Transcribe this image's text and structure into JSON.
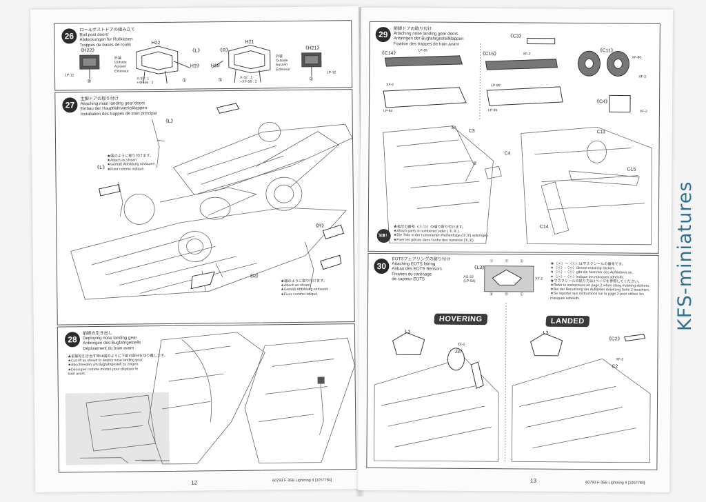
{
  "left_page": {
    "page_number": "12",
    "footer": "60793 F-35B Lightning II [1057784]",
    "step26": {
      "number": "26",
      "title_lines": [
        "ロールポストドアの組み立て",
        "Roll post doors",
        "Abdeckungen für Rollklasen",
        "Trappes de buses de roulis"
      ],
      "labels": [
        "《H22》",
        "H22",
        "《L》",
        "《R》",
        "H21",
        "《H21》",
        "H19",
        "H18",
        "LP-12",
        "LP-12"
      ],
      "part_notes_left": [
        "外装",
        "Outside",
        "Aussen",
        "Extérieur"
      ],
      "part_notes_right": [
        "外装",
        "Outside",
        "Aussen",
        "Extérieur"
      ],
      "paint_left": [
        "X-32 : 1",
        "+XF-56 : 2"
      ],
      "paint_right": [
        "X-32 : 1",
        "+XF-56 : 2"
      ],
      "circled": [
        "②",
        "①",
        "①",
        "②"
      ]
    },
    "step27": {
      "number": "27",
      "title_lines": [
        "主脚ドアの取り付け",
        "Attaching main landing gear doors",
        "Einbau der Hauptfahrwerksklappen",
        "Installation des trappes de train principal"
      ],
      "labels": [
        "《L》",
        "《L》",
        "《R》",
        "《R》"
      ],
      "note_top": [
        "★図のように取り付けます。",
        "★Attach as shown.",
        "★Gemäß Abbildung einbauen.",
        "★Fixer comme indiqué."
      ],
      "note_bottom": [
        "★図のように取り付けます。",
        "★Attach as shown.",
        "★Gemäß Abbildung einbauen.",
        "★Fixer comme indiqué."
      ]
    },
    "step28": {
      "number": "28",
      "title_lines": [
        "前脚の引き出し",
        "Deploying nose landing gear",
        "Anbringen des Bugfahrgestells",
        "Déploiement du train avant"
      ],
      "note": [
        "★前脚を引き出す時は図のように下部の部分を切り離します。",
        "★Cut off as shown to deploy nose landing gear.",
        "★Abschneiden um Bugfahrgestell zu zeigen.",
        "★Découper comme montré pour déployer le",
        "train avant."
      ]
    }
  },
  "right_page": {
    "page_number": "13",
    "footer": "60793 F-35B Lightning II [1057784]",
    "step29": {
      "number": "29",
      "title_lines": [
        "前脚ドアの取り付け",
        "Attaching nose landing gear doors",
        "Anbringen der Bugfahrgestellklappen",
        "Fixation des trappes de train avant"
      ],
      "labels": [
        "《C14》",
        "《C15》",
        "《C3》",
        "《C11》",
        "《C4》",
        "C3",
        "C4",
        "C11",
        "C15",
        "C14",
        "LP-85",
        "LP-80",
        "LP-84",
        "LP-86",
        "XF-2",
        "XF-2",
        "XF-80",
        "XF-2",
        "XF-2"
      ],
      "circled": [
        "①",
        "②"
      ],
      "note": [
        "★指示の番号（①,②）の順で取り付けます。",
        "★Attach parts in numbered order ( ①,② ).",
        "★Die Teile in der numerierten Reihenfolge (①,②) anbringen.",
        "★Fixer les pièces dans l'ordre des numéros (①,②)."
      ],
      "caution_label": "注意！ NOTICE"
    },
    "step30": {
      "number": "30",
      "title_lines": [
        "EOTSフェアリングの取り付け",
        "Attaching EOTS fairing",
        "Anbau des EOTS Sensors",
        "Fixation du carénage",
        "de capteur EOTS"
      ],
      "decal_label": "《L3》",
      "decal_paint": [
        "AS-33",
        "(LP-84)",
        "XF-2"
      ],
      "decal_letters": [
        "ⓐ",
        "ⓗ",
        "ⓚ",
        "ⓖ",
        "ⓜ",
        "ⓙ"
      ],
      "note": [
        "★〈ⓐ〉～〈ⓚ〉はマスクシールの番号です。",
        "★〈ⓐ〉-〈ⓚ〉denote masking stickers.",
        "★〈ⓐ〉-〈ⓚ〉gibt die Nummer des Aufklebers an.",
        "★〈ⓐ〉-〈ⓚ〉indique les masques adhésifs.",
        "★マスクシールの貼り方は2ページを参照してください。",
        "★Refer to instructions on page 2 when using masking stickers.",
        "★Bei der Benutzung der Aufkleber Anleitung Seite 2 beachten.",
        "★Se reporter aux instructions sur la page 2 pour utiliser les",
        "masques adhésifs."
      ],
      "hovering": "HOVERING",
      "landed": "LANDED",
      "labels": [
        "L3",
        "XF-2",
        "J37",
        "L3",
        "《C2》",
        "XF-2",
        "C2"
      ]
    }
  },
  "watermark": "KFS-miniatures"
}
